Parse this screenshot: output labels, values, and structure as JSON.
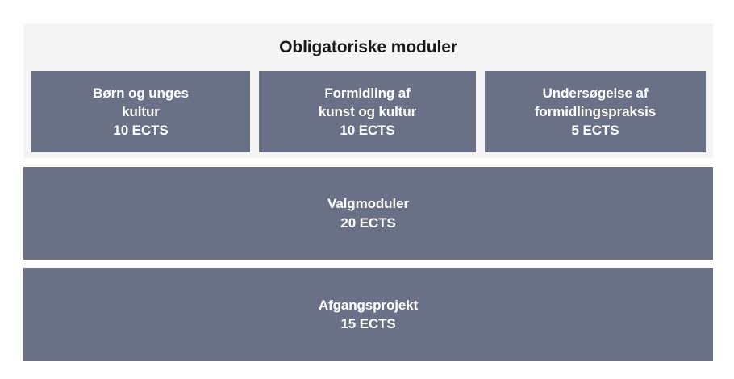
{
  "diagram": {
    "type": "program-structure",
    "accent_color": "#6a7186",
    "panel_background": "#f4f4f5",
    "page_background": "#ffffff",
    "text_on_accent_color": "#ffffff",
    "title_color": "#1a1a1a"
  },
  "mandatory_section": {
    "title": "Obligatoriske moduler",
    "modules": [
      {
        "name_line_1": "Børn og unges",
        "name_line_2": "kultur",
        "ects": "10 ECTS",
        "ects_value": 10
      },
      {
        "name_line_1": "Formidling af",
        "name_line_2": "kunst og kultur",
        "ects": "10 ECTS",
        "ects_value": 10
      },
      {
        "name_line_1": "Undersøgelse af",
        "name_line_2": "formidlingspraksis",
        "ects": "5 ECTS",
        "ects_value": 5
      }
    ]
  },
  "elective_section": {
    "name": "Valgmoduler",
    "ects": "20 ECTS",
    "ects_value": 20
  },
  "final_project_section": {
    "name": "Afgangsprojekt",
    "ects": "15 ECTS",
    "ects_value": 15
  }
}
